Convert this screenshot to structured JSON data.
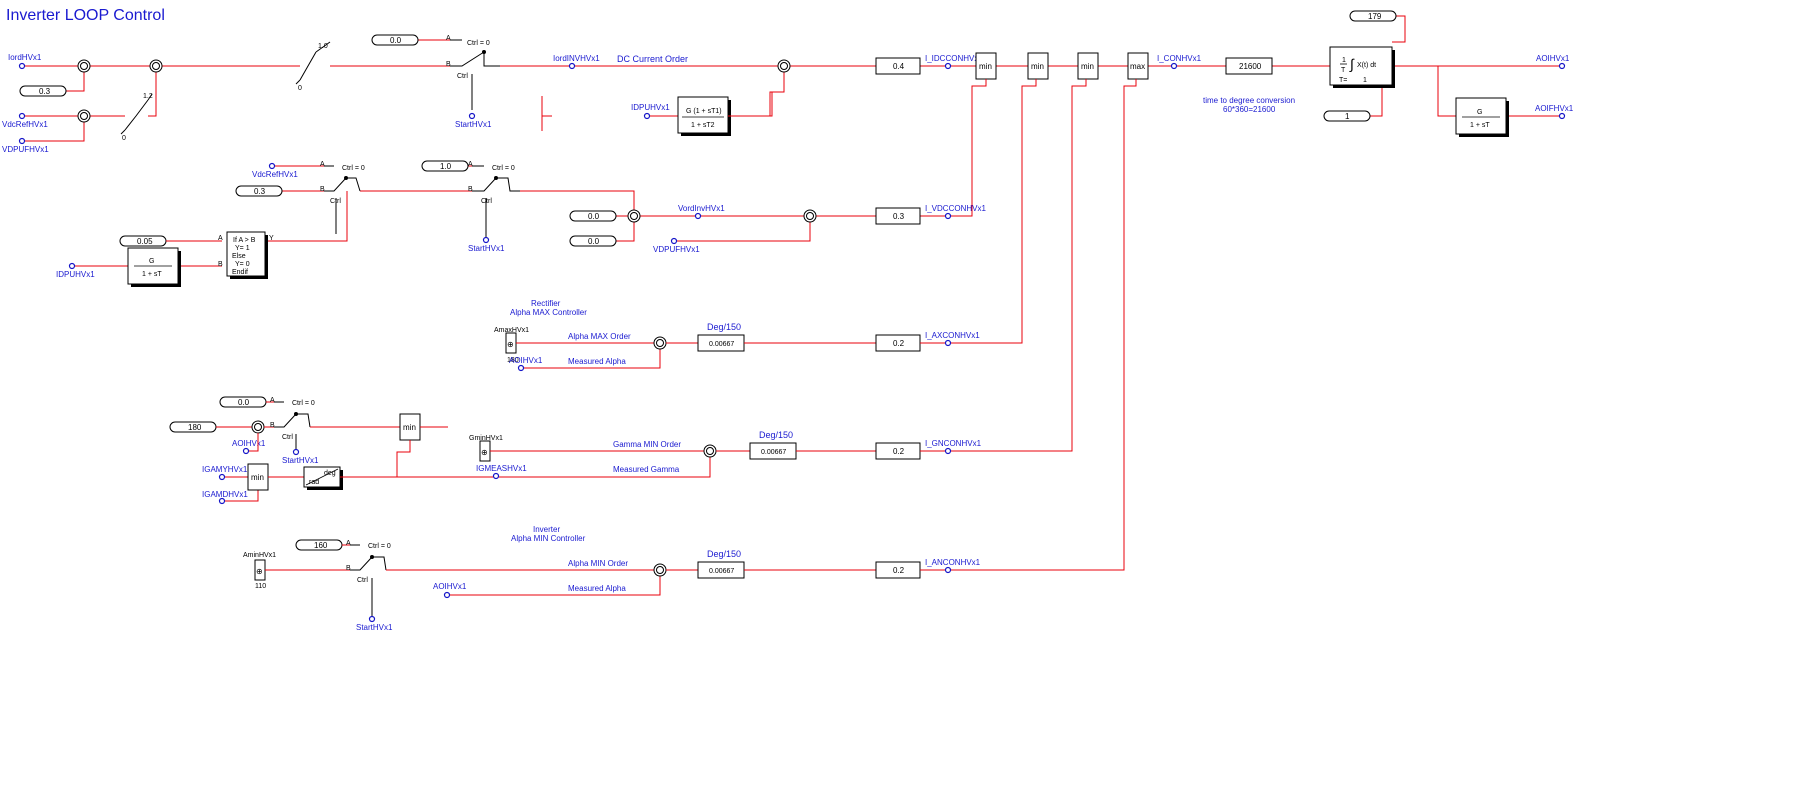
{
  "title": "Inverter LOOP Control",
  "signals": {
    "iord": "IordHVx1",
    "vdcref": "VdcRefHVx1",
    "vdpufh": "VDPUFHVx1",
    "iordnv": "IordINVHVx1",
    "idpuh": "IDPUHVx1",
    "startw": "StartHVx1",
    "vdcref2": "VdcRefHVx1",
    "idpuh2": "IDPUHVx1",
    "vordinv": "VordInvHVx1",
    "vdpufh2": "VDPUFHVx1",
    "amax": "AmaxHVx1",
    "aoi": "AOIHVx1",
    "gmin": "GminHVx1",
    "igmeas": "IGMEASHVx1",
    "igamy": "IGAMYHVx1",
    "igamd": "IGAMDHVx1",
    "aoi2": "AOIHVx1",
    "amin": "AminHVx1",
    "aoi3": "AOIHVx1",
    "start2": "StartHVx1",
    "start3": "StartHVx1",
    "start4": "StartHVx1",
    "out1": "AOIHVx1",
    "out2": "AOIFHVx1",
    "idccon": "I_IDCCONHVx1",
    "vdccon": "I_VDCCONHVx1",
    "axcon": "I_AXCONHVx1",
    "gncon": "I_GNCONHVx1",
    "ancon": "I_ANCONHVx1",
    "con": "I_CONHVx1"
  },
  "constants": {
    "c00a": "0.0",
    "c03": "0.3",
    "c03b": "0.3",
    "c10": "1.0",
    "c005": "0.05",
    "c00b": "0.0",
    "c00c": "0.0",
    "c00d": "0.0",
    "c180": "180",
    "c160": "160",
    "c179": "179",
    "c1": "1"
  },
  "switch": {
    "ctrl_eq": "Ctrl  =   0",
    "ctrl": "Ctrl",
    "a": "A",
    "b": "B"
  },
  "limiter": {
    "hi": "1.0",
    "lo": "0",
    "hi2": "1.2",
    "lo2": "0"
  },
  "gains": {
    "g04": "0.4",
    "g03": "0.3",
    "g02a": "0.2",
    "g02b": "0.2",
    "g02c": "0.2",
    "g00667a": "0.00667",
    "g00667b": "0.00667",
    "g00667c": "0.00667",
    "g21600": "21600"
  },
  "minmax": {
    "min": "min",
    "max": "max"
  },
  "tf": {
    "lead_num": "G (1 + sT1)",
    "lead_den": "1 + sT2",
    "g": "G",
    "lag_den": "1 + sT"
  },
  "ifblock": {
    "l1": "If A > B",
    "l2": "Y=    1",
    "l3": "Else",
    "l4": "Y=    0",
    "l5": "Endif",
    "y": "Y"
  },
  "integ": {
    "frac_num": "1",
    "frac_den": "T",
    "expr": "X(t) dt",
    "t": "T=",
    "t_val": "1"
  },
  "conv": {
    "deg": "deg",
    "rad": "rad"
  },
  "knob": {
    "amax_val": "180",
    "amin_val": "110"
  },
  "annotations": {
    "dc_current_order": "DC  Current  Order",
    "rectifier": "Rectifier",
    "alpha_max_controller": "Alpha MAX Controller",
    "alpha_max_order": "Alpha MAX Order",
    "measured_alpha": "Measured Alpha",
    "deg150a": "Deg/150",
    "deg150b": "Deg/150",
    "deg150c": "Deg/150",
    "gamma_min_order": "Gamma MIN Order",
    "measured_gamma": "Measured Gamma",
    "inverter": "Inverter",
    "alpha_min_controller": "Alpha MIN Controller",
    "alpha_min_order": "Alpha MIN Order",
    "measured_alpha2": "Measured Alpha",
    "time_conv1": "time to degree conversion",
    "time_conv2": "60*360=21600"
  },
  "colors": {
    "wire": "#e8000b",
    "label": "#1a1ad0",
    "block": "#000000"
  }
}
